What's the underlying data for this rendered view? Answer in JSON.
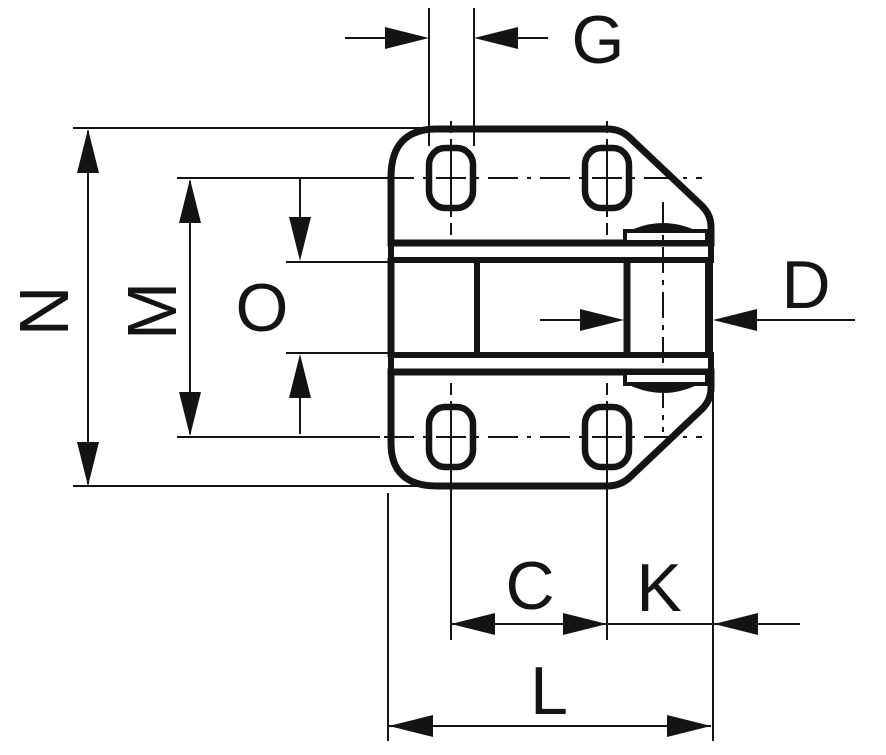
{
  "drawing": {
    "type": "engineering-dimension-drawing",
    "background_color": "#ffffff",
    "line_color": "#141414",
    "dimension_labels": {
      "g": "G",
      "n": "N",
      "m": "M",
      "o": "O",
      "d": "D",
      "c": "C",
      "k": "K",
      "l": "L"
    }
  }
}
